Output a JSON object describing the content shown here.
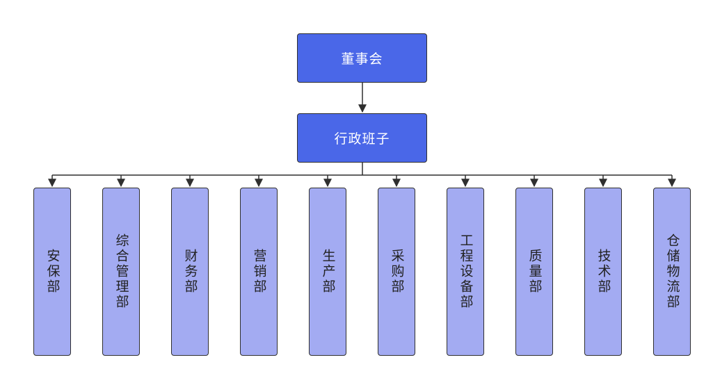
{
  "root": {
    "label": "董事会"
  },
  "admin": {
    "label": "行政班子"
  },
  "departments": [
    {
      "label": "安保部"
    },
    {
      "label": "综合管理部"
    },
    {
      "label": "财务部"
    },
    {
      "label": "营销部"
    },
    {
      "label": "生产部"
    },
    {
      "label": "采购部"
    },
    {
      "label": "工程设备部"
    },
    {
      "label": "质量部"
    },
    {
      "label": "技术部"
    },
    {
      "label": "仓储物流部"
    }
  ],
  "colors": {
    "top_fill": "#4a67e8",
    "dept_fill": "#a3abf2",
    "border": "#2f2f2f",
    "connector": "#2f2f2f"
  }
}
